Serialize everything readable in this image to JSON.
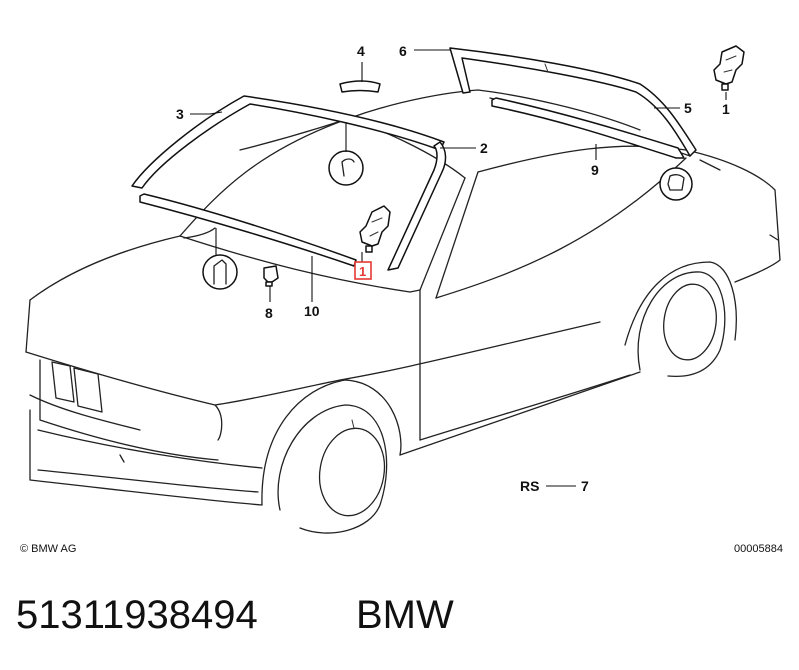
{
  "diagram": {
    "callouts": [
      {
        "id": "c1a",
        "text": "1"
      },
      {
        "id": "c2",
        "text": "2"
      },
      {
        "id": "c3",
        "text": "3"
      },
      {
        "id": "c4",
        "text": "4"
      },
      {
        "id": "c5",
        "text": "5"
      },
      {
        "id": "c6",
        "text": "6"
      },
      {
        "id": "c7",
        "text": "7"
      },
      {
        "id": "c8",
        "text": "8"
      },
      {
        "id": "c9",
        "text": "9"
      },
      {
        "id": "c10",
        "text": "10"
      }
    ],
    "highlighted_callout": "1",
    "rs_label": "RS",
    "copyright": "© BMW AG",
    "drawing_number": "00005884"
  },
  "caption": {
    "part_number": "51311938494",
    "brand": "BMW"
  }
}
